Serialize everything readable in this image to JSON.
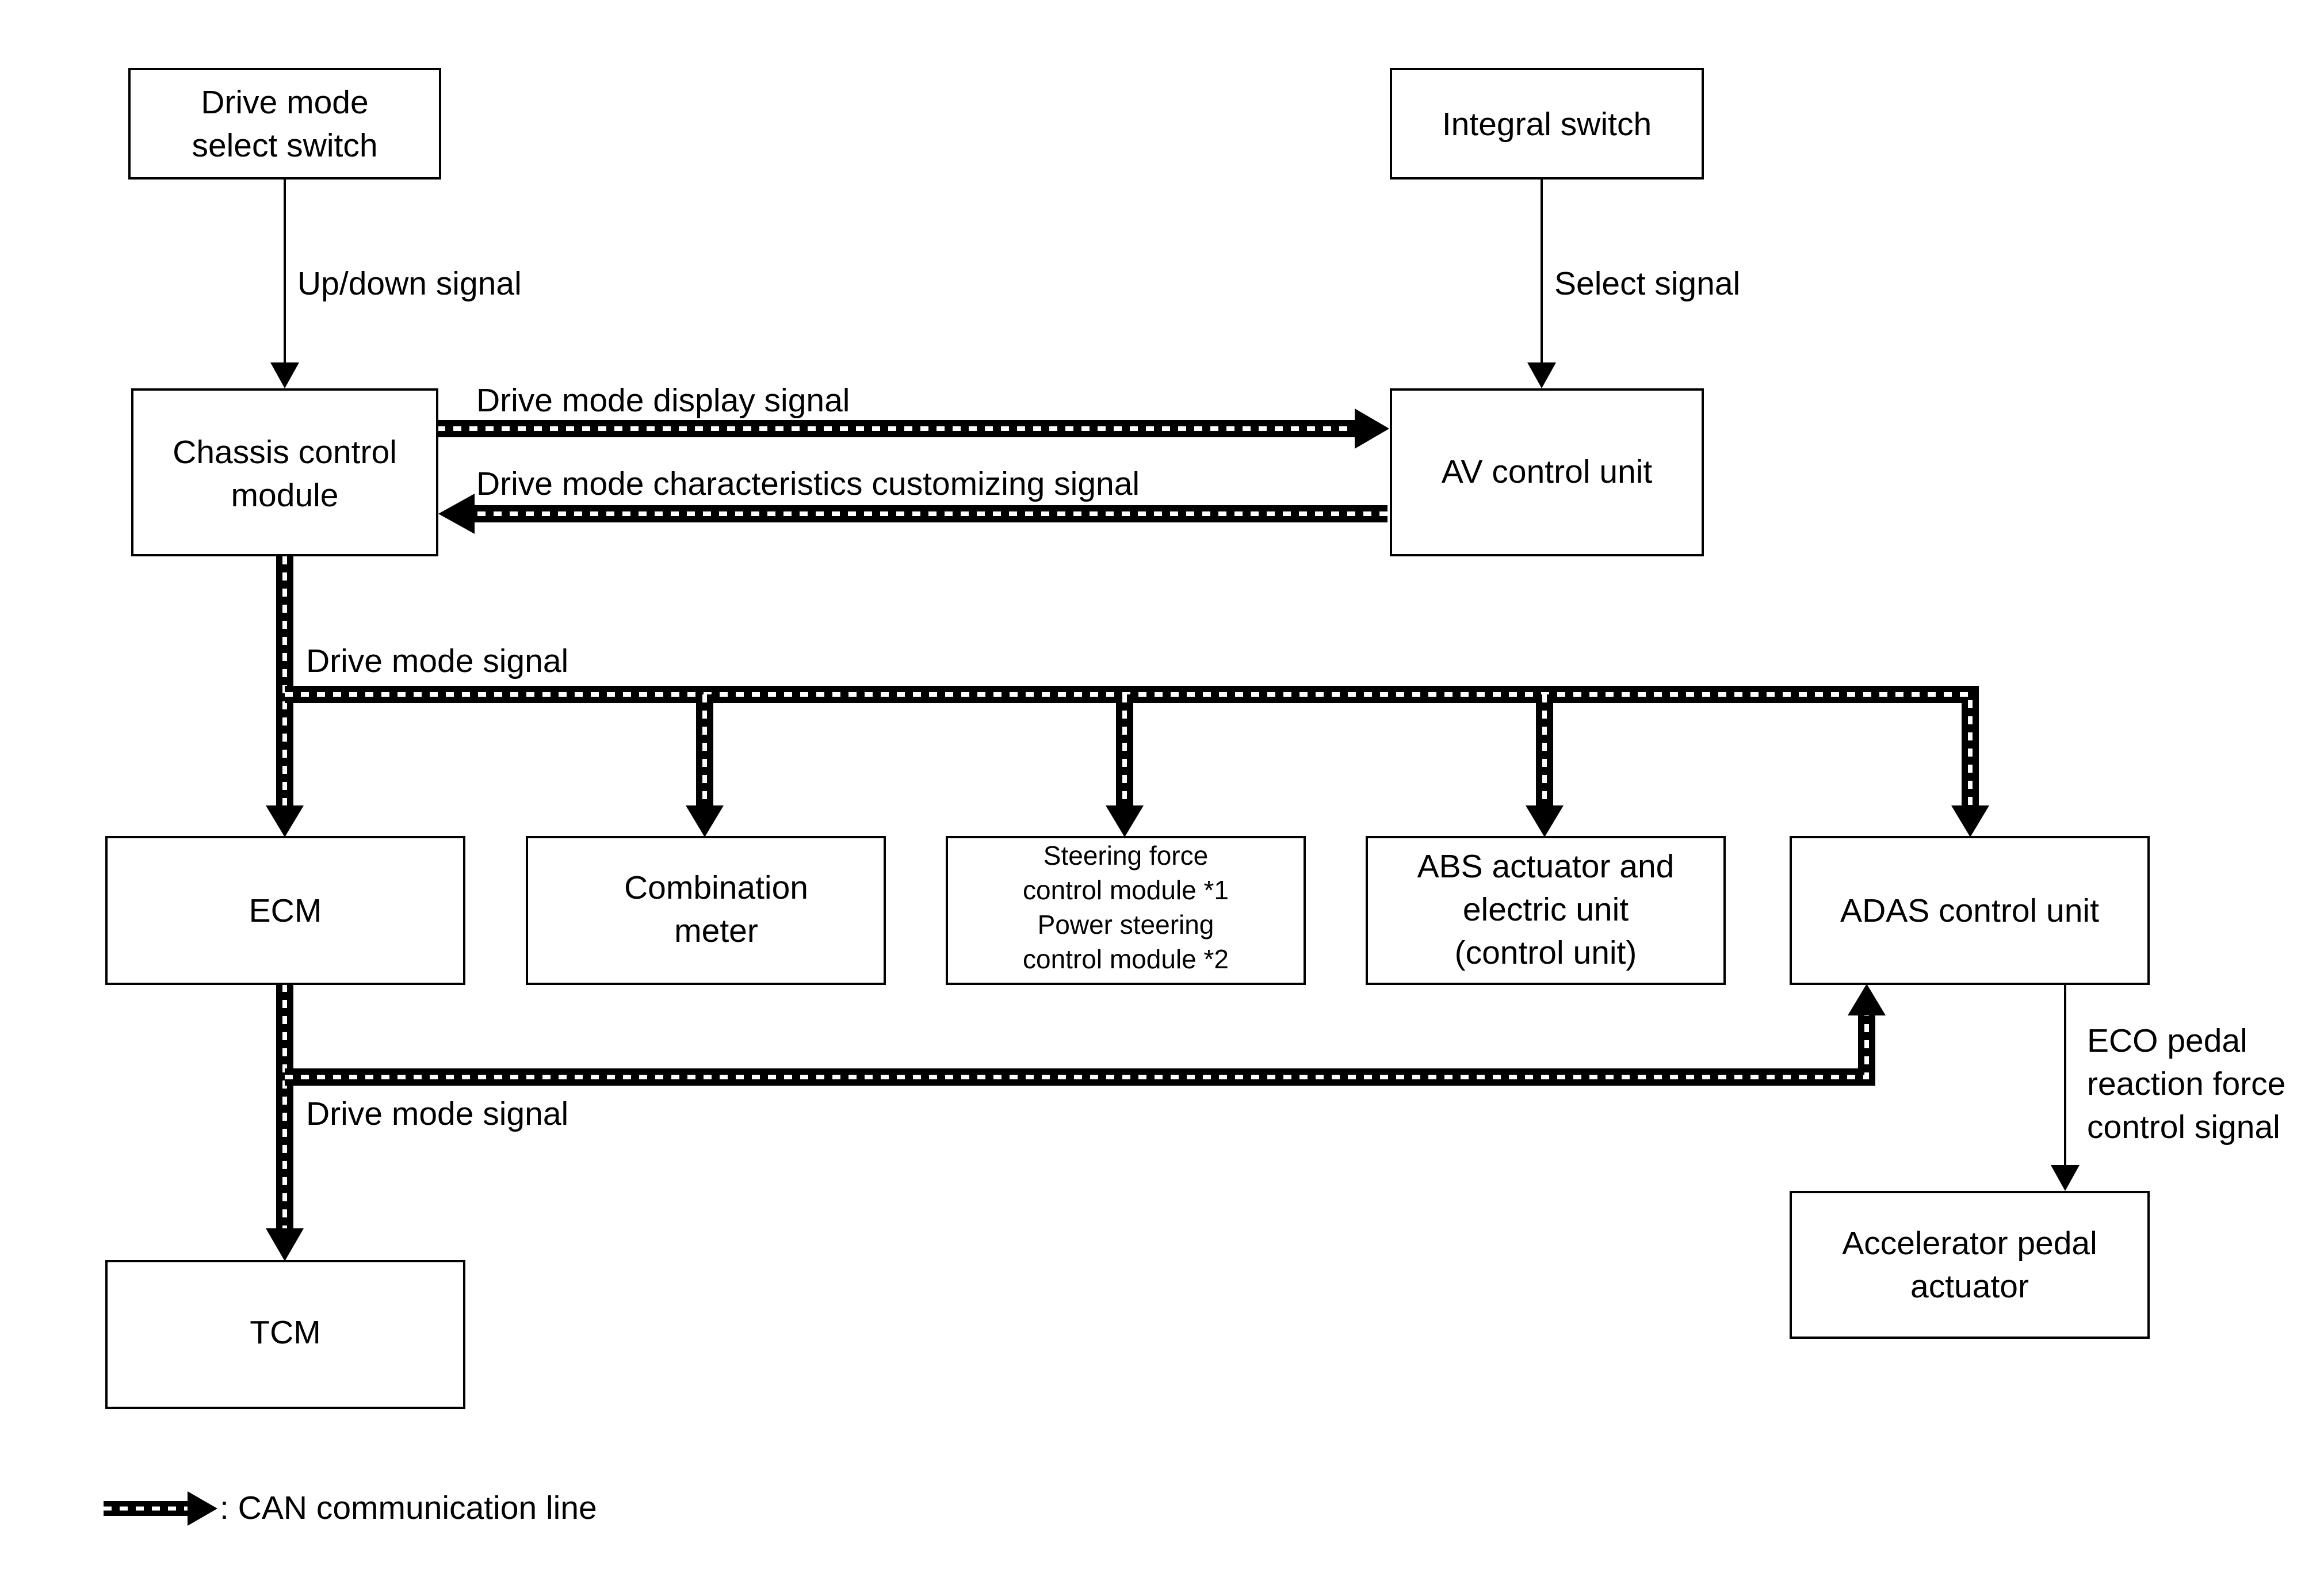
{
  "boxes": {
    "drive_mode_switch": [
      "Drive mode",
      "select switch"
    ],
    "integral_switch": [
      "Integral switch"
    ],
    "chassis_control": [
      "Chassis control",
      "module"
    ],
    "av_control": [
      "AV control unit"
    ],
    "ecm": [
      "ECM"
    ],
    "combination_meter": [
      "Combination",
      "meter"
    ],
    "steering": [
      "Steering force",
      "control module *1",
      "Power steering",
      "control module *2"
    ],
    "abs": [
      "ABS actuator and",
      "electric unit",
      "(control unit)"
    ],
    "adas": [
      "ADAS control unit"
    ],
    "tcm": [
      "TCM"
    ],
    "accelerator": [
      "Accelerator pedal",
      "actuator"
    ]
  },
  "signals": {
    "up_down": "Up/down signal",
    "select": "Select signal",
    "display": "Drive mode display signal",
    "customizing": "Drive mode characteristics customizing signal",
    "drive_mode_1": "Drive mode signal",
    "drive_mode_2": "Drive mode signal",
    "eco_pedal": [
      "ECO pedal",
      "reaction force",
      "control signal"
    ]
  },
  "legend": {
    "text": ": CAN communication line"
  }
}
